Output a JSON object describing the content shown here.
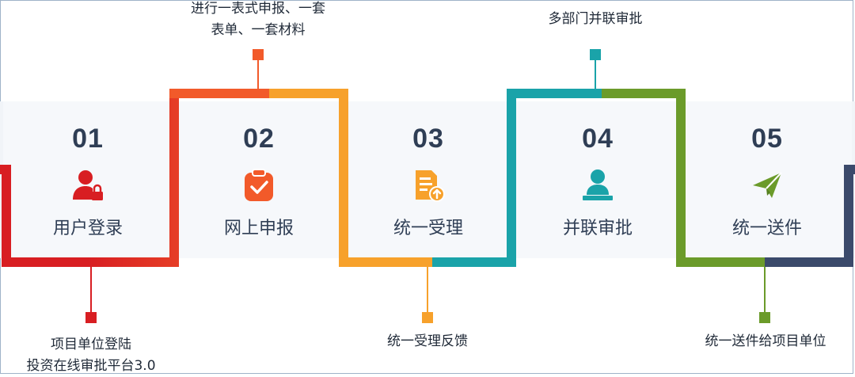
{
  "steps": [
    {
      "num": "01",
      "label": "用户登录",
      "icon": "user-lock-icon",
      "color": "#d81e22"
    },
    {
      "num": "02",
      "label": "网上申报",
      "icon": "clipboard-check-icon",
      "color": "#f25a2a"
    },
    {
      "num": "03",
      "label": "统一受理",
      "icon": "document-upload-icon",
      "color": "#f7a12b"
    },
    {
      "num": "04",
      "label": "并联审批",
      "icon": "person-desk-icon",
      "color": "#1aa3a9"
    },
    {
      "num": "05",
      "label": "统一送件",
      "icon": "paper-plane-icon",
      "color": "#6b9b2a"
    }
  ],
  "notes": {
    "step01": [
      "项目单位登陆",
      "投资在线审批平台3.0"
    ],
    "step02": [
      "进行一表式申报、一套",
      "表单、一套材料"
    ],
    "step03": [
      "统一受理反馈"
    ],
    "step04": [
      "多部门并联审批"
    ],
    "step05": [
      "统一送件给项目单位"
    ]
  },
  "colors": {
    "red": "#d81e22",
    "orange_red": "#f25a2a",
    "orange": "#f7a12b",
    "teal": "#1aa3a9",
    "green": "#6b9b2a",
    "navy": "#3b4a6b",
    "text": "#2f3e55"
  }
}
